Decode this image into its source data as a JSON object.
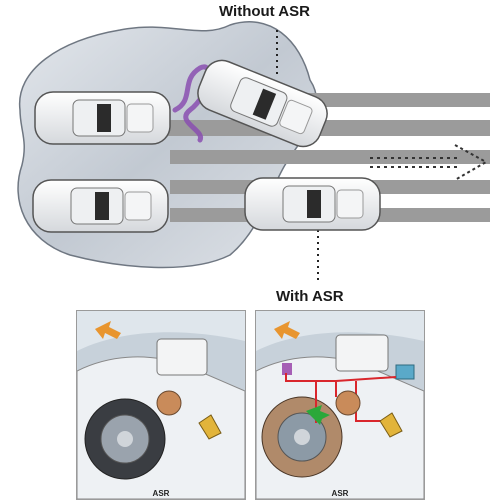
{
  "labels": {
    "without": "Without ASR",
    "with": "With ASR"
  },
  "panels": {
    "left_caption": "ASR",
    "right_caption": "ASR"
  },
  "colors": {
    "road_lines": "#9b9b9b",
    "ice": "#c9d0d8",
    "skid_trail": "#8a4fb0",
    "arrow_orange": "#e8952f",
    "brake_red": "#d9262c",
    "sensor_green": "#2aa83a"
  }
}
